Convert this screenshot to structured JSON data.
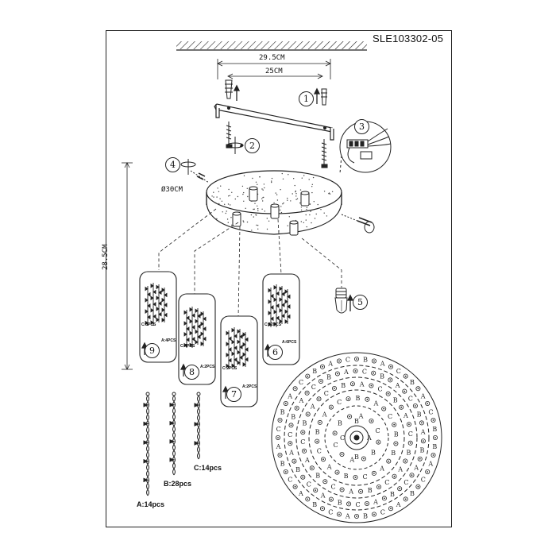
{
  "model_code": "SLE103302-05",
  "dimensions": {
    "bracket_total": "29.5CM",
    "bracket_holes": "25CM",
    "canopy_diameter": "Ø30CM",
    "drop_height": "28.5CM"
  },
  "steps": [
    "1",
    "2",
    "3",
    "4",
    "5",
    "6",
    "7",
    "8",
    "9"
  ],
  "pendants": [
    {
      "step": "9",
      "labels": [
        "C:8PCS",
        "A:4PCS"
      ]
    },
    {
      "step": "8",
      "labels": [
        "C:4PCS",
        "A:2PCS"
      ]
    },
    {
      "step": "7",
      "labels": [
        "C:2PCS",
        "A:2PCS"
      ]
    },
    {
      "step": "6",
      "labels": [
        "C:12PCS",
        "A:6PCS"
      ]
    }
  ],
  "strands": [
    {
      "label": "A:14pcs"
    },
    {
      "label": "B:28pcs"
    },
    {
      "label": "C:14pcs"
    }
  ],
  "ring_letters": [
    "A",
    "B",
    "C"
  ]
}
